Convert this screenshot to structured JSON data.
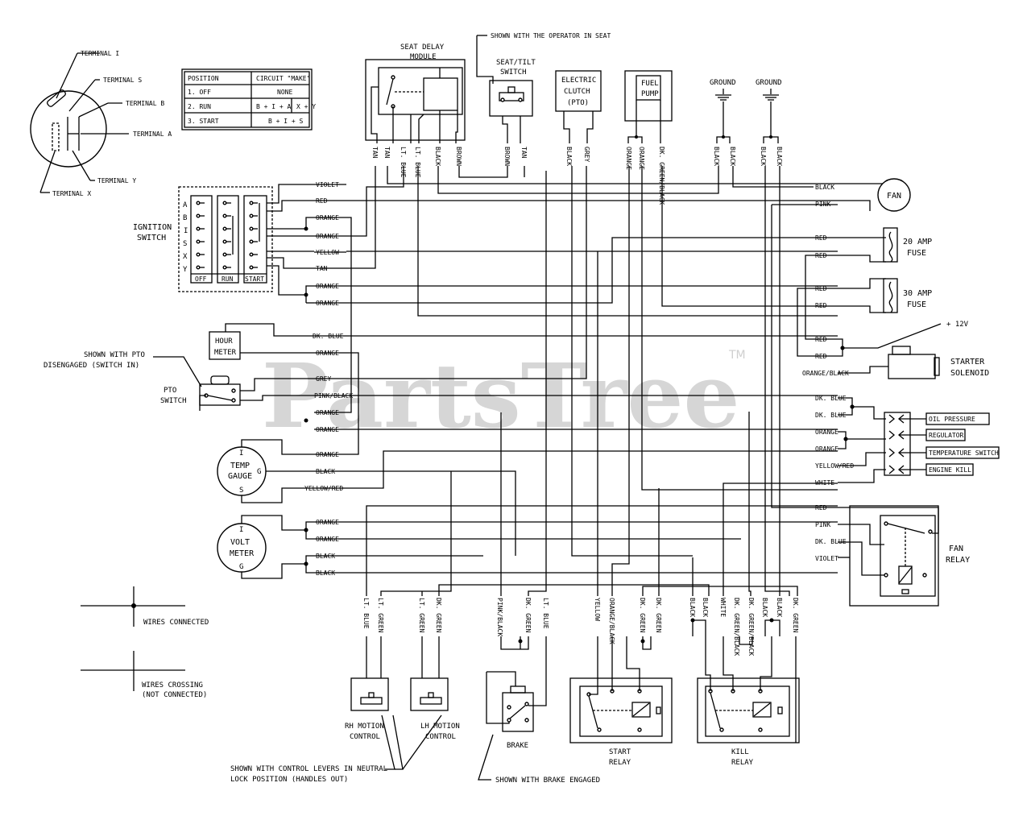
{
  "watermark": {
    "text": "PartsTree",
    "tm": "TM"
  },
  "ignition_terminals": {
    "terminal_i": "TERMINAL I",
    "terminal_s": "TERMINAL S",
    "terminal_b": "TERMINAL B",
    "terminal_a": "TERMINAL A",
    "terminal_y": "TERMINAL Y",
    "terminal_x": "TERMINAL X"
  },
  "position_table": {
    "headers": [
      "POSITION",
      "CIRCUIT \"MAKE\""
    ],
    "rows": [
      [
        "1. OFF",
        "NONE",
        ""
      ],
      [
        "2. RUN",
        "B + I + A",
        "X + Y"
      ],
      [
        "3. START",
        "B + I + S",
        ""
      ]
    ]
  },
  "ignition_switch": {
    "label1": "IGNITION",
    "label2": "SWITCH",
    "letters": [
      "A",
      "B",
      "I",
      "S",
      "X",
      "Y"
    ],
    "positions": [
      "OFF",
      "RUN",
      "START"
    ]
  },
  "components": {
    "seat_delay": [
      "SEAT DELAY",
      "MODULE"
    ],
    "seat_tilt": [
      "SEAT/TILT",
      "SWITCH"
    ],
    "operator_note": "SHOWN WITH THE OPERATOR IN SEAT",
    "electric_clutch": [
      "ELECTRIC",
      "CLUTCH",
      "(PTO)"
    ],
    "fuel_pump": [
      "FUEL",
      "PUMP"
    ],
    "ground1": "GROUND",
    "ground2": "GROUND",
    "fan": "FAN",
    "fuse20": [
      "20 AMP",
      "FUSE"
    ],
    "fuse30": [
      "30 AMP",
      "FUSE"
    ],
    "plus12v": "+ 12V",
    "starter": [
      "STARTER",
      "SOLENOID"
    ],
    "hour_meter": [
      "HOUR",
      "METER"
    ],
    "pto_note": [
      "SHOWN WITH PTO",
      "DISENGAGED (SWITCH IN)"
    ],
    "pto_switch": [
      "PTO",
      "SWITCH"
    ],
    "temp_gauge": [
      "TEMP",
      "GAUGE"
    ],
    "volt_meter": [
      "VOLT",
      "METER"
    ],
    "gauge_pins": [
      "I",
      "G",
      "S",
      "I",
      "G"
    ],
    "sensors": [
      "OIL PRESSURE",
      "REGULATOR",
      "TEMPERATURE SWITCH",
      "ENGINE KILL"
    ],
    "fan_relay": [
      "FAN",
      "RELAY"
    ],
    "rh_motion": [
      "RH MOTION",
      "CONTROL"
    ],
    "lh_motion": [
      "LH MOTION",
      "CONTROL"
    ],
    "brake": "BRAKE",
    "start_relay": [
      "START",
      "RELAY"
    ],
    "kill_relay": [
      "KILL",
      "RELAY"
    ],
    "levers_note": [
      "SHOWN WITH CONTROL LEVERS IN NEUTRAL",
      "LOCK POSITION (HANDLES OUT)"
    ],
    "brake_note": "SHOWN WITH BRAKE ENGAGED"
  },
  "legend": {
    "connected": "WIRES CONNECTED",
    "crossing1": "WIRES CROSSING",
    "crossing2": "(NOT CONNECTED)"
  },
  "wire_labels": {
    "left": [
      "VIOLET",
      "RED",
      "ORANGE",
      "ORANGE",
      "YELLOW",
      "TAN",
      "ORANGE",
      "ORANGE",
      "DK. BLUE",
      "ORANGE",
      "GREY",
      "PINK/BLACK",
      "ORANGE",
      "ORANGE",
      "ORANGE",
      "BLACK",
      "YELLOW/RED",
      "ORANGE",
      "ORANGE",
      "BLACK",
      "BLACK"
    ],
    "right": [
      "BLACK",
      "PINK",
      "RED",
      "RED",
      "RED",
      "RED",
      "RED",
      "RED",
      "ORANGE/BLACK",
      "DK. BLUE",
      "DK. BLUE",
      "ORANGE",
      "ORANGE",
      "YELLOW/RED",
      "WHITE",
      "RED",
      "PINK",
      "DK. BLUE",
      "VIOLET"
    ],
    "top": [
      "TAN",
      "TAN",
      "LT. BLUE",
      "LT. BLUE",
      "BLACK",
      "BROWN",
      "BROWN",
      "TAN",
      "BLACK",
      "GREY",
      "ORANGE",
      "ORANGE",
      "DK. GREEN/BLACK",
      "BLACK",
      "BLACK",
      "BLACK",
      "BLACK"
    ],
    "bottom": [
      "LT. BLUE",
      "LT. GREEN",
      "LT. GREEN",
      "DK. GREEN",
      "PINK/BLACK",
      "DK. GREEN",
      "LT. BLUE",
      "YELLOW",
      "ORANGE/BLACK",
      "DK. GREEN",
      "DK. GREEN",
      "BLACK",
      "BLACK",
      "WHITE",
      "DK. GREEN/BLACK",
      "DK. GREEN/BLACK",
      "BLACK",
      "BLACK",
      "DK. GREEN"
    ]
  }
}
